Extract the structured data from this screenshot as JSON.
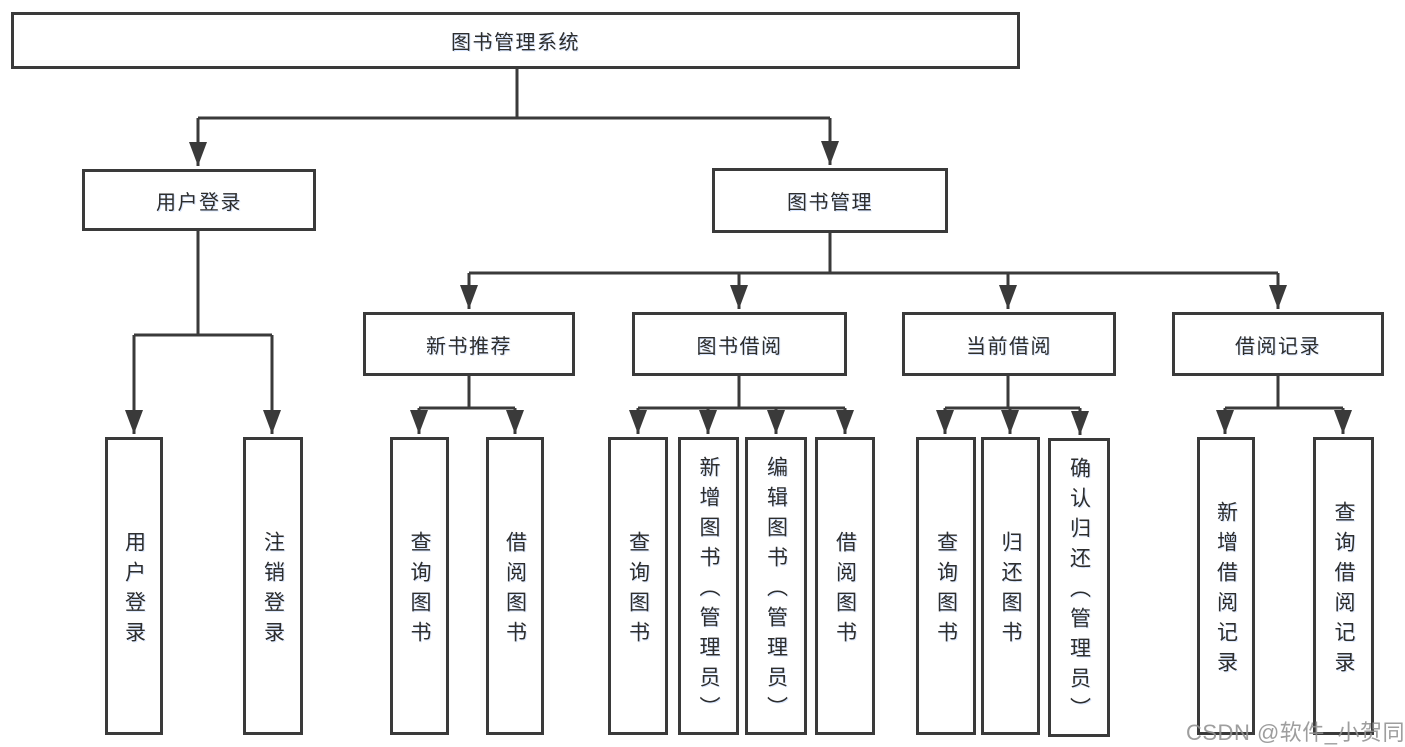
{
  "diagram": {
    "title": "图书管理系统",
    "level2": {
      "user_login": "用户登录",
      "book_mgmt": "图书管理"
    },
    "level3": {
      "new_books": "新书推荐",
      "borrowing": "图书借阅",
      "current": "当前借阅",
      "records": "借阅记录"
    },
    "leaves": {
      "g1": [
        "用户登录",
        "注销登录"
      ],
      "g2": [
        "查询图书",
        "借阅图书"
      ],
      "g3": [
        "查询图书",
        "新增图书（管理员）",
        "编辑图书（管理员）",
        "借阅图书"
      ],
      "g4": [
        "查询图书",
        "归还图书",
        "确认归还（管理员）"
      ],
      "g5": [
        "新增借阅记录",
        "查询借阅记录"
      ]
    },
    "colors": {
      "line": "#3a3a3a",
      "text": "#2d2d2d",
      "watermark": "#919191"
    }
  },
  "watermark": "CSDN @软件_小贺同学"
}
